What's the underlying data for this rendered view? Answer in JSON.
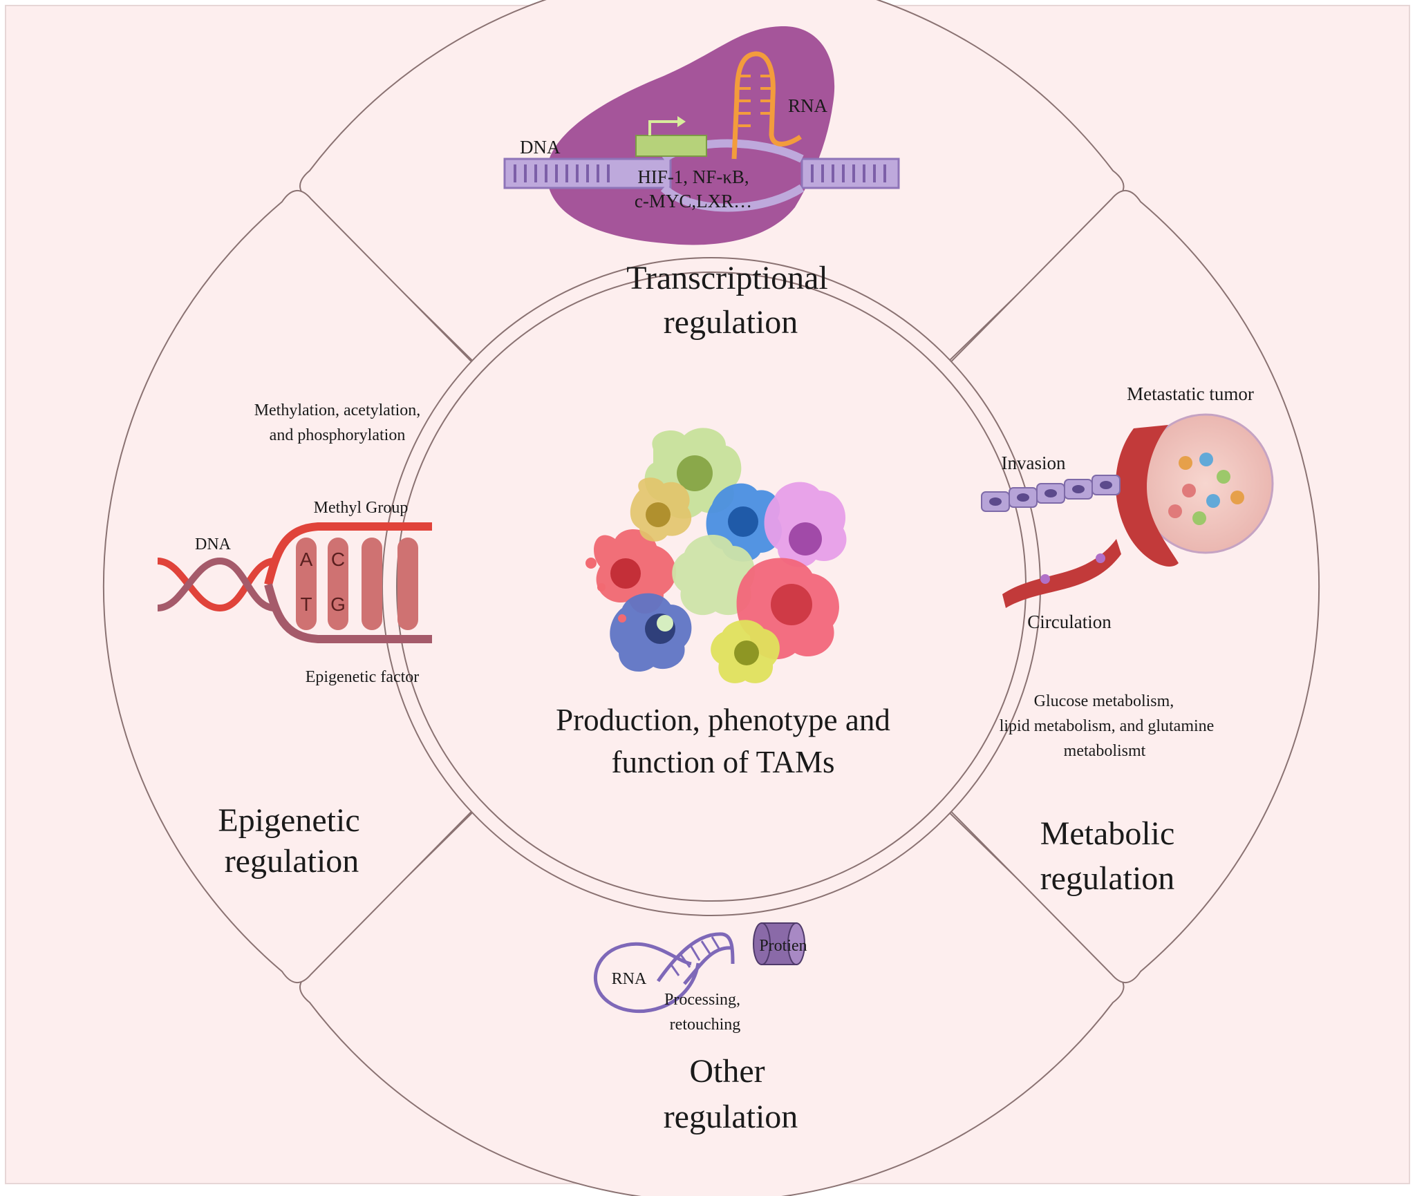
{
  "center": {
    "title_line1": "Production, phenotype and",
    "title_line2": "function of TAMs"
  },
  "transcriptional": {
    "title_line1": "Transcriptional",
    "title_line2": "regulation",
    "dna_label": "DNA",
    "rna_label": "RNA",
    "factors_line1": "HIF-1, NF-κB,",
    "factors_line2": "c-MYC,LXR…"
  },
  "epigenetic": {
    "title_line1": "Epigenetic",
    "title_line2": "regulation",
    "mods_line1": "Methylation, acetylation,",
    "mods_line2": "and phosphorylation",
    "methyl_group_label": "Methyl Group",
    "dna_label": "DNA",
    "base_a": "A",
    "base_c": "C",
    "base_t": "T",
    "base_g": "G",
    "factor_label": "Epigenetic factor"
  },
  "metabolic": {
    "title_line1": "Metabolic",
    "title_line2": "regulation",
    "metastatic_label": "Metastatic tumor",
    "invasion_label": "Invasion",
    "circulation_label": "Circulation",
    "metab_line1": "Glucose metabolism,",
    "metab_line2": "lipid metabolism, and glutamine",
    "metab_line3": "metabolismt"
  },
  "other": {
    "title_line1": "Other",
    "title_line2": "regulation",
    "rna_label": "RNA",
    "protein_label": "Protien",
    "process_line1": "Processing,",
    "process_line2": "retouching"
  },
  "colors": {
    "background": "#fdeeee",
    "outline": "#8a7272",
    "nucleus_blob": "#a5559a",
    "dna_strand": "#a88fc8",
    "epigenetic_red": "#e0433a",
    "epigenetic_pink": "#cf7272",
    "vessel_red": "#c23a3a"
  }
}
